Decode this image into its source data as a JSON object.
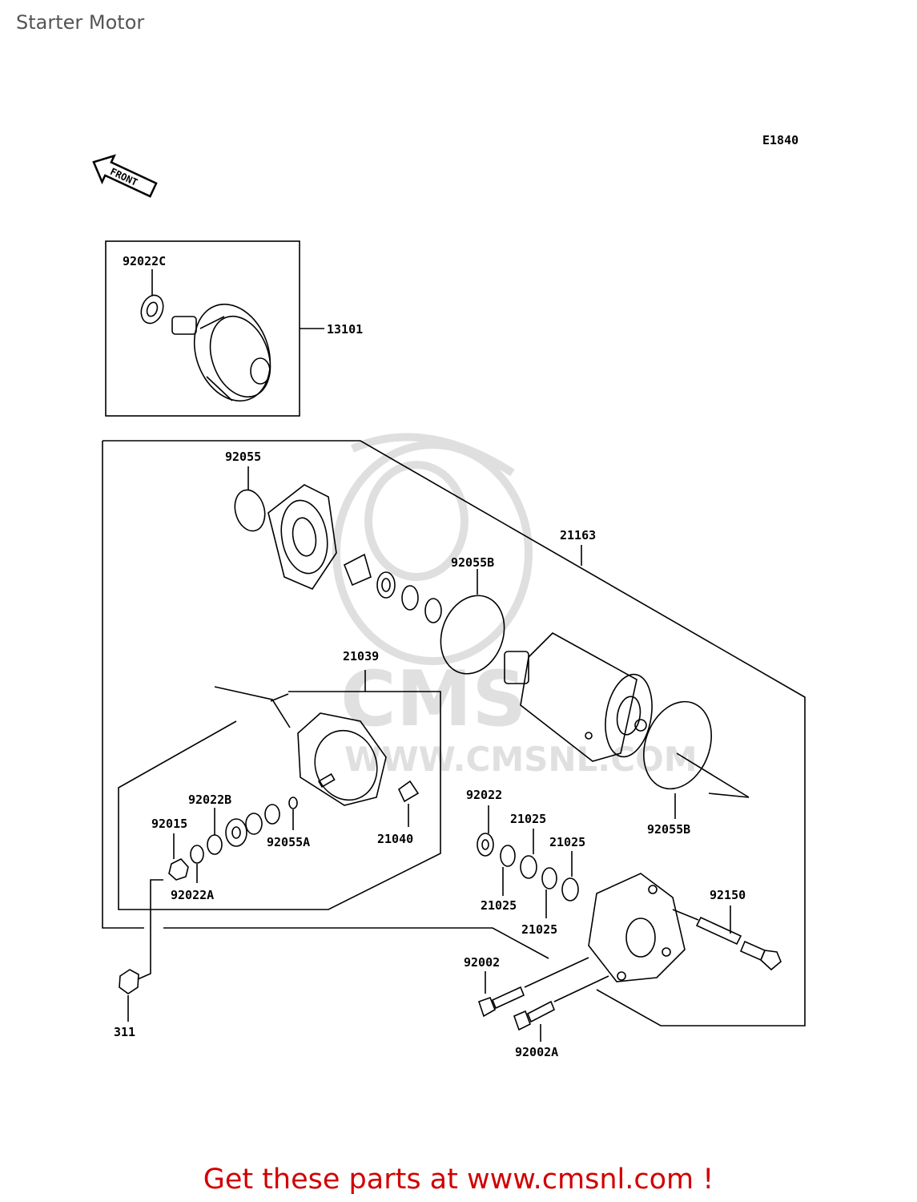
{
  "page": {
    "title": "Starter Motor",
    "promo": "Get these parts at www.cmsnl.com !"
  },
  "diagram": {
    "ref_code": "E1840",
    "front_marker": "FRONT",
    "watermark": {
      "logo_text": "CMS",
      "url_text": "WWW.CMSNL.COM"
    },
    "part_labels": {
      "p92022C": "92022C",
      "p13101": "13101",
      "p92055": "92055",
      "p21163": "21163",
      "p92055B_top": "92055B",
      "p21039": "21039",
      "p92022B": "92022B",
      "p92015": "92015",
      "p92055A": "92055A",
      "p21040": "21040",
      "p92022A": "92022A",
      "p92022": "92022",
      "p21025_a": "21025",
      "p21025_b": "21025",
      "p21025_c": "21025",
      "p21025_d": "21025",
      "p92055B_bot": "92055B",
      "p92150": "92150",
      "p92002": "92002",
      "p92002A": "92002A",
      "p311": "311"
    }
  },
  "colors": {
    "line": "#000000",
    "promo": "#d10000",
    "title": "#555555",
    "watermark": "#d8d8d8"
  }
}
